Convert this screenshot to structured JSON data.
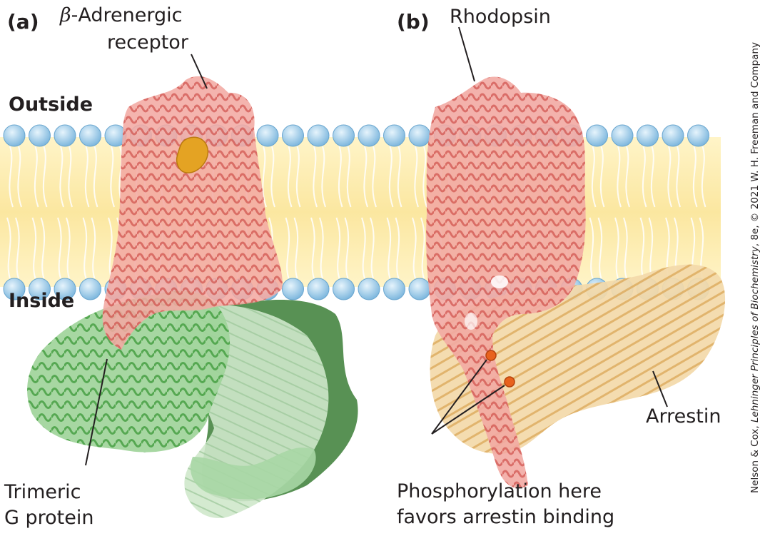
{
  "panels": {
    "a": "(a)",
    "b": "(b)"
  },
  "labels": {
    "beta_symbol": "β",
    "beta_rest": "-Adrenergic",
    "receptor": "receptor",
    "outside": "Outside",
    "inside": "Inside",
    "rhodopsin": "Rhodopsin",
    "arrestin": "Arrestin",
    "trimeric": "Trimeric",
    "g_protein": "G protein",
    "phospho_line1": "Phosphorylation here",
    "phospho_line2": "favors arrestin binding"
  },
  "credit": {
    "authors": "Nelson & Cox,",
    "book": "Lehninger Principles of Biochemistry",
    "rest": ", 8e, © 2021 W. H. Freeman and Company"
  },
  "colors": {
    "membrane": "#fbe9a6",
    "lipid_head": "#a9d3ee",
    "receptor": "#e58a84",
    "ligand": "#e4a323",
    "g_protein": "#6fbf6b",
    "g_protein_dark": "#4d8a4a",
    "arrestin": "#ecc88c",
    "phospho_site": "#e8621d"
  }
}
